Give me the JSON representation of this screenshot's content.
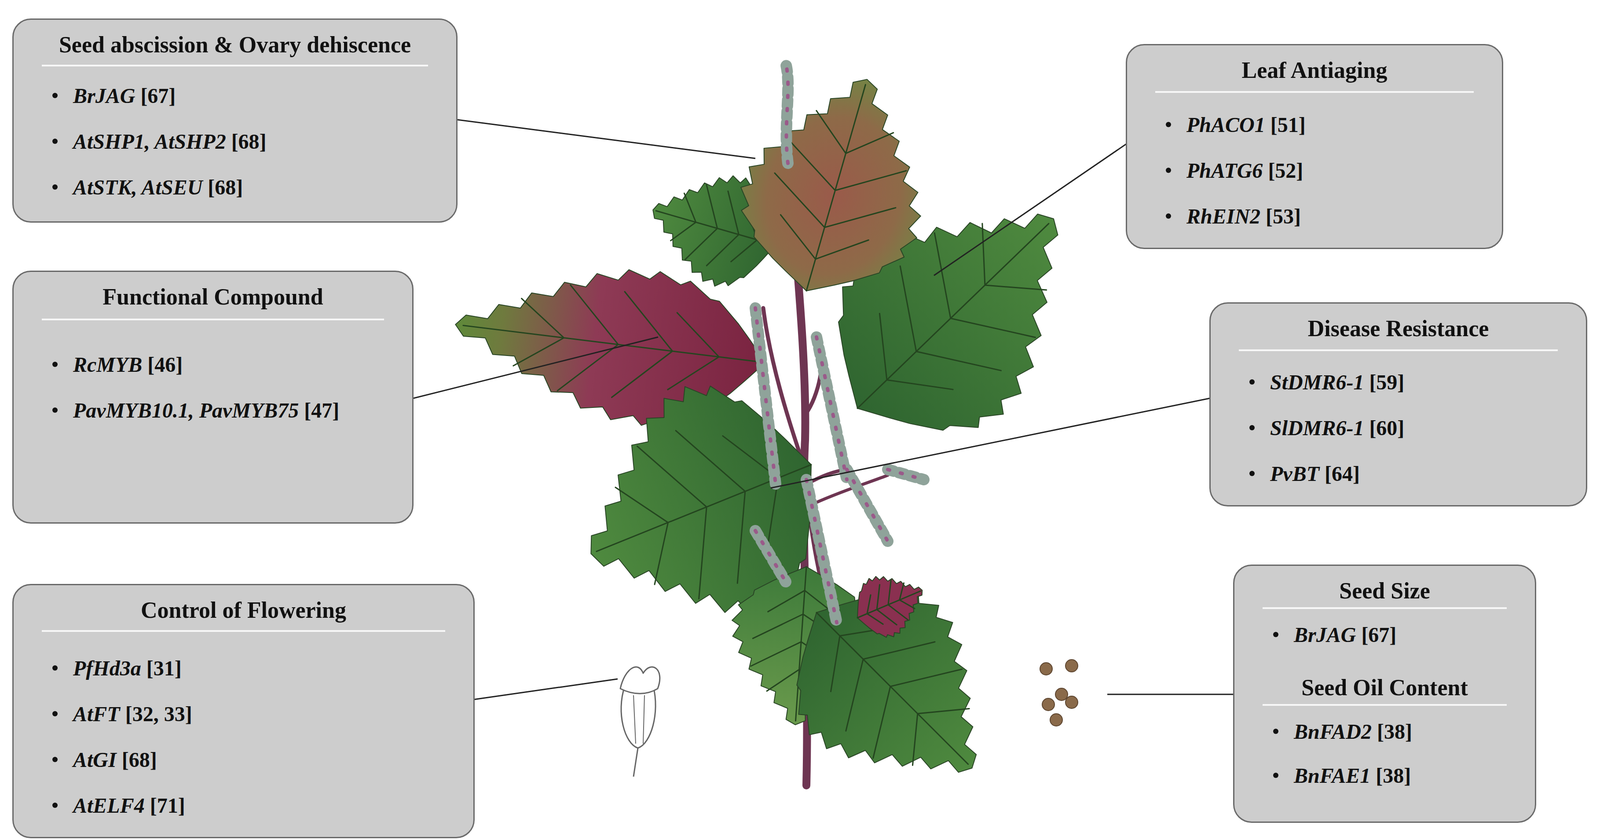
{
  "diagram": {
    "nodes": [
      {
        "text": [
          "Seed abscission & Ovary dehiscence",
          "BrJAG [67]",
          "AtSHP1, AtSHP2 [68]",
          "AtSTK, AtSEU [68]"
        ]
      },
      {
        "text": [
          "Functional Compound",
          "RcMYB [46]",
          "PavMYB10.1, PavMYB75 [47]"
        ]
      },
      {
        "text": [
          "Control of Flowering",
          "PfHd3a [31]",
          "AtFT [32, 33]",
          "AtGI [68]",
          "AtELF4 [71]"
        ]
      },
      {
        "text": [
          "Leaf Antiaging",
          "PhACO1 [51]",
          "PhATG6 [52]",
          "RhEIN2 [53]"
        ]
      },
      {
        "text": [
          "Disease Resistance",
          "StDMR6-1 [59]",
          "SlDMR6-1 [60]",
          "PvBT [64]"
        ]
      },
      {
        "text": [
          "Seed Size",
          "BrJAG [67]",
          "Seed Oil Content",
          "BnFAD2 [38]",
          "BnFAE1 [38]"
        ]
      }
    ]
  }
}
